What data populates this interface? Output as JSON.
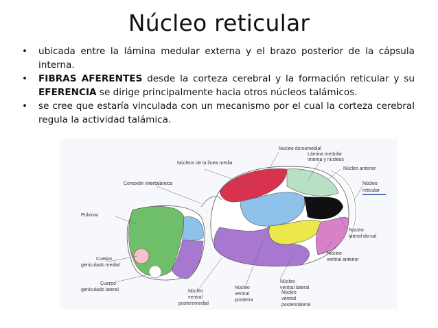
{
  "slide": {
    "title": "Núcleo reticular",
    "bullets": [
      {
        "segments": [
          {
            "text": "ubicada entre la lámina medular externa y el brazo posterior de la cápsula interna.",
            "bold": false
          }
        ]
      },
      {
        "segments": [
          {
            "text": "FIBRAS AFERENTES",
            "bold": true
          },
          {
            "text": " desde la corteza cerebral y la formación reticular y su ",
            "bold": false
          },
          {
            "text": "EFERENCIA",
            "bold": true
          },
          {
            "text": " se dirige principalmente hacia otros núcleos talámicos.",
            "bold": false
          }
        ]
      },
      {
        "segments": [
          {
            "text": "se cree que estaría vinculada con un mecanismo por el cual la corteza cerebral regula la actividad talámica.",
            "bold": false
          }
        ]
      }
    ],
    "bullet_symbol": "•"
  },
  "figure": {
    "labels": {
      "dorsomedial": "Núcleo dorsomedial",
      "lamina_1": "Lámina medular",
      "lamina_2": "interna y núcleos",
      "linea_media": "Núcleos de la línea media",
      "anterior": "Núcleo anterior",
      "intertalamica": "Conexión intertalámica",
      "reticular_1": "Núcleo",
      "reticular_2": "reticular",
      "pulvinar": "Pulvinar",
      "lateral_dorsal_1": "Núcleo",
      "lateral_dorsal_2": "lateral dorsal",
      "gen_medial_1": "Cuerpo",
      "gen_medial_2": "geniculado medial",
      "ventral_anterior_1": "Núcleo",
      "ventral_anterior_2": "ventral anterior",
      "ventral_lateral_1": "Núcleo",
      "ventral_lateral_2": "ventral lateral",
      "gen_lateral_1": "Cuerpo",
      "gen_lateral_2": "geniculado lateral",
      "vpm_1": "Núcleo",
      "vpm_2": "ventral",
      "vpm_3": "posteromedial",
      "vp_1": "Núcleo",
      "vp_2": "ventral",
      "vp_3": "posterior",
      "vpl_1": "Núcleo",
      "vpl_2": "ventral",
      "vpl_3": "posterolateral"
    },
    "colors": {
      "dorsomedial": "#d8324f",
      "pulvinar": "#6fbf6a",
      "lateral_posterior": "#8ec2ea",
      "lateral_dorsal": "#101010",
      "ventral_anterior": "#d880c8",
      "ventral_lateral": "#a878d0",
      "ventral_posterior": "#ece84c",
      "anterior": "#b9dfc4",
      "reticular_highlight": "#1a3fa0"
    }
  }
}
